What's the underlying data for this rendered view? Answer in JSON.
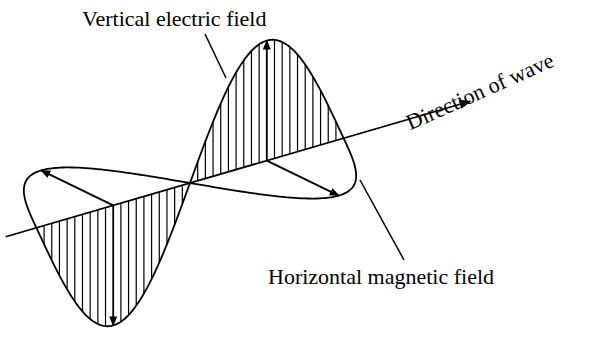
{
  "diagram": {
    "labels": [
      "Vertical electric field",
      "Direction of wave",
      "Horizontal magnetic field"
    ]
  }
}
